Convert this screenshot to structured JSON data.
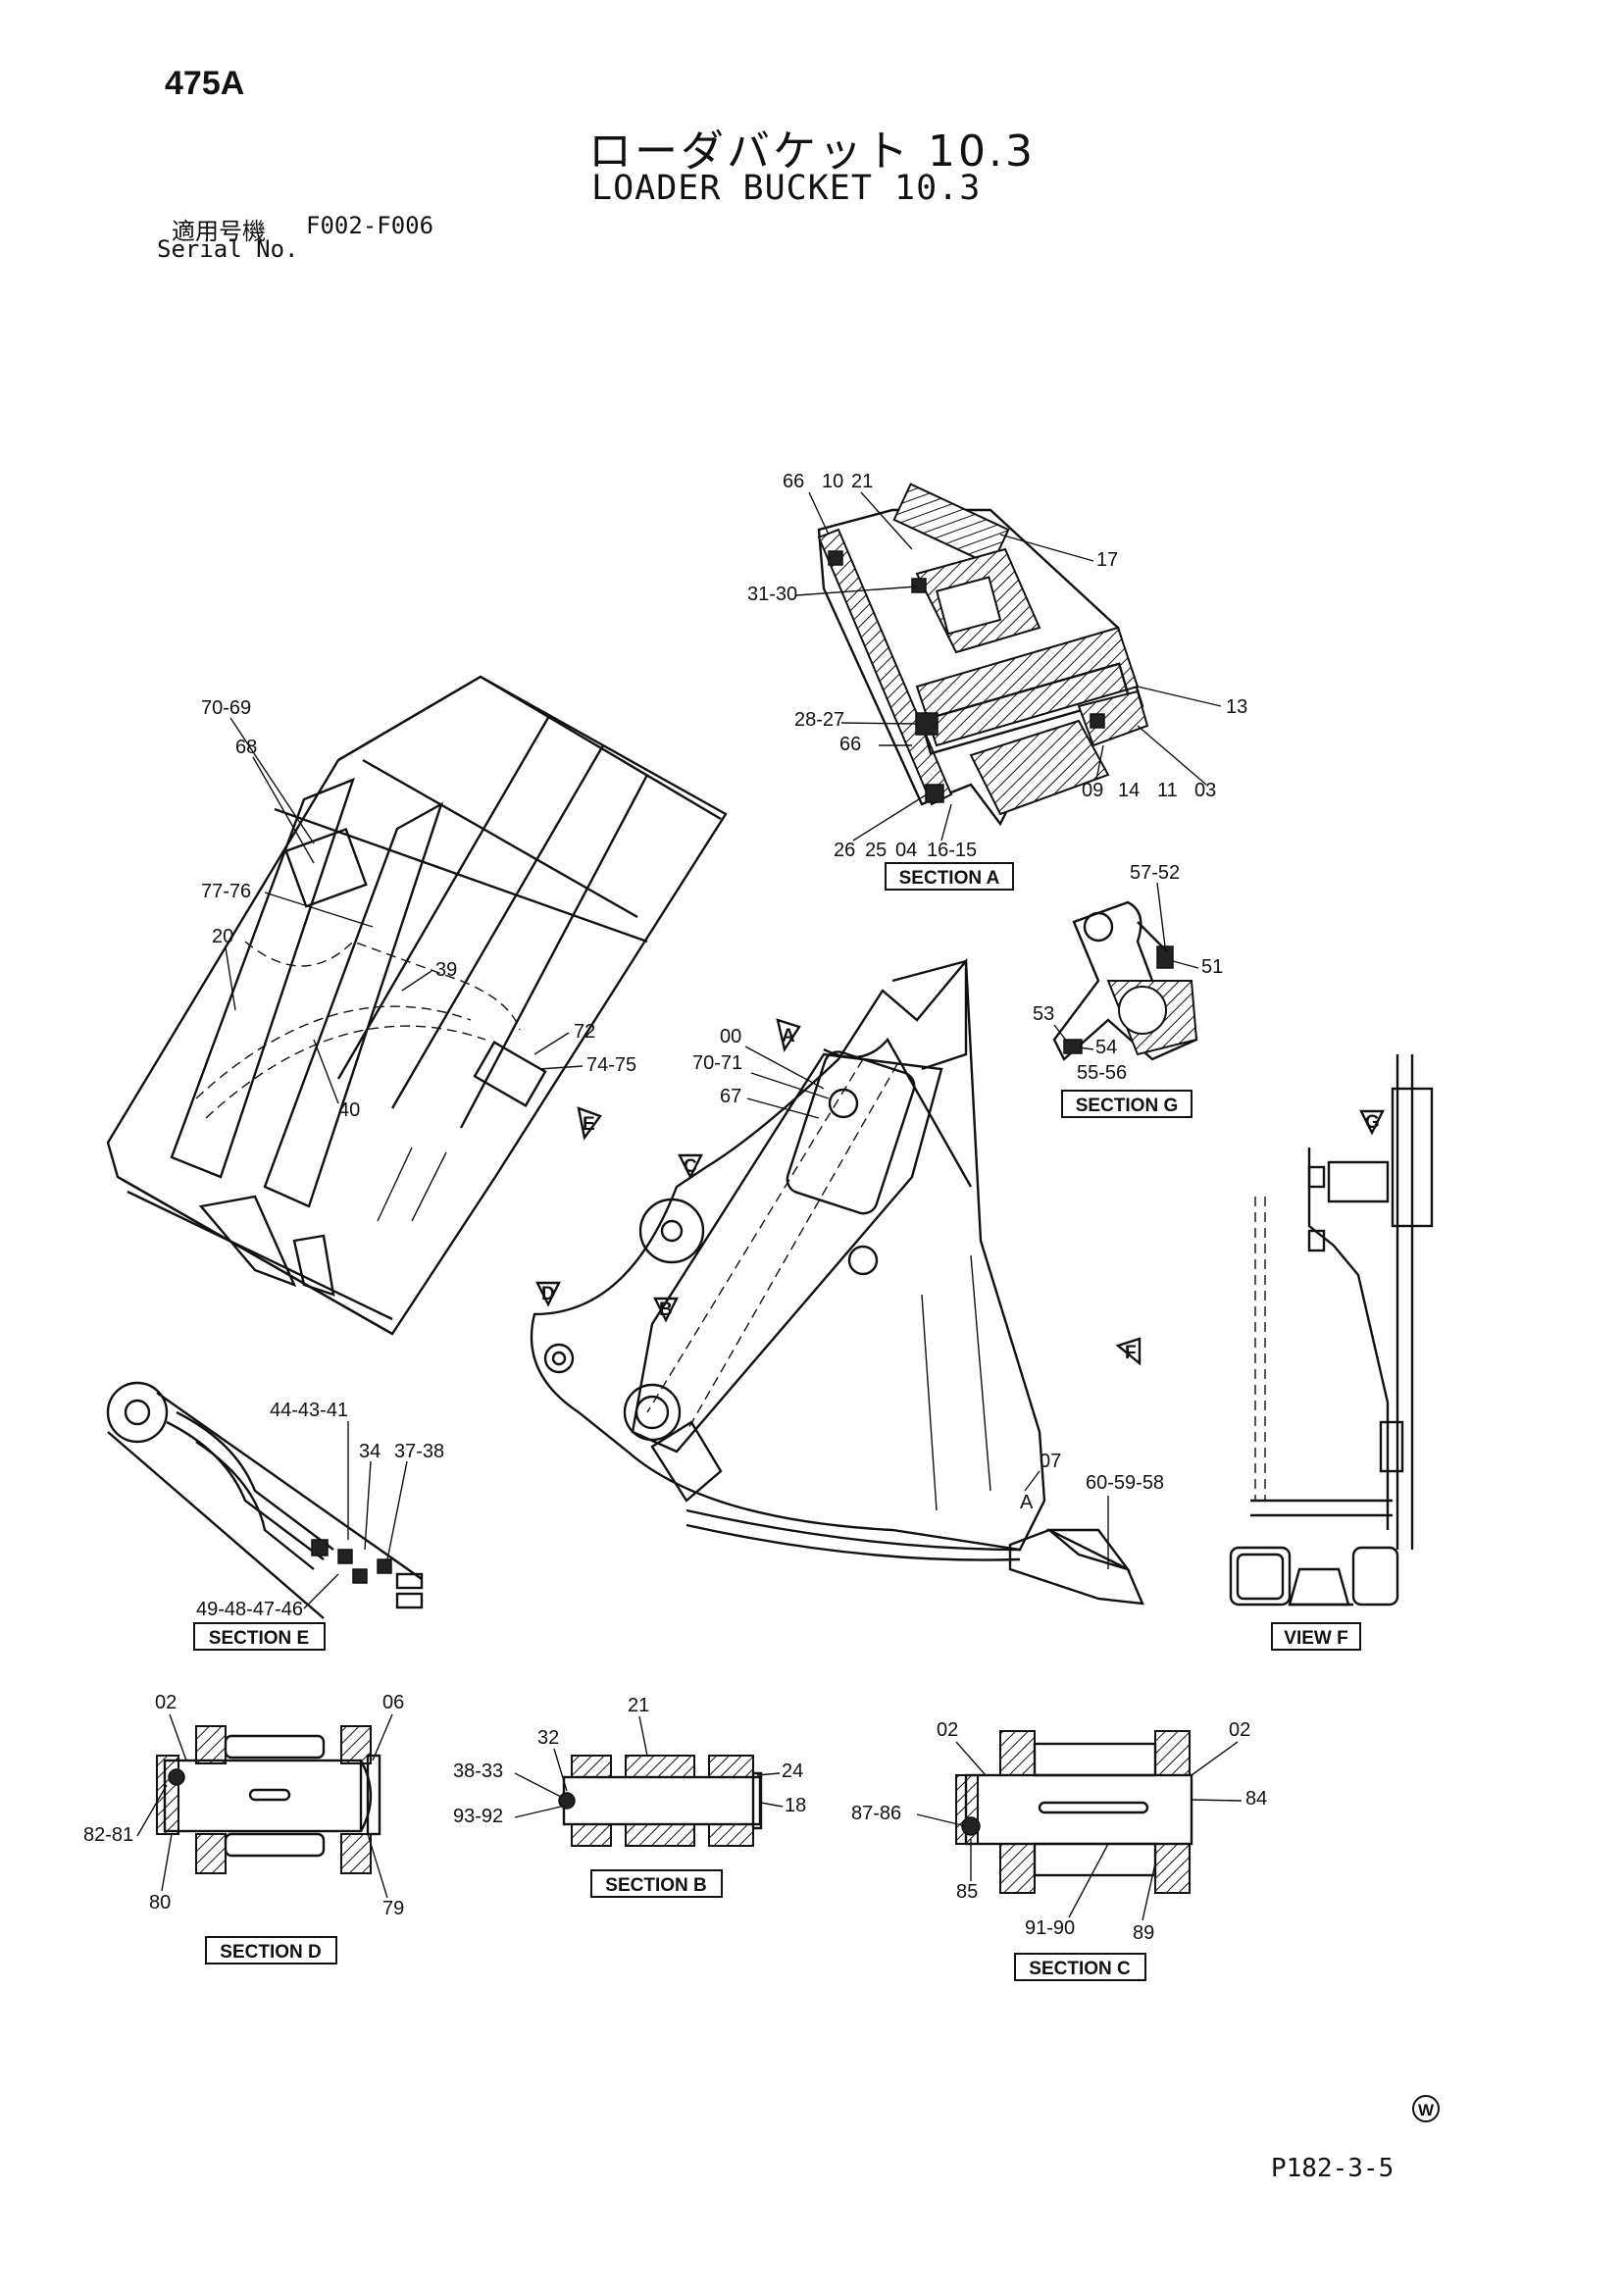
{
  "header": {
    "page_id": "475A",
    "title_jp": "ローダバケット 10.3",
    "title_en": "LOADER BUCKET 10.3",
    "serial_label_jp": "適用号機",
    "serial_range": "F002-F006",
    "serial_label_en": "Serial No."
  },
  "footer": {
    "page_code": "P182-3-5",
    "mark": "W"
  },
  "callouts": {
    "sec_a": [
      "66",
      "10",
      "21",
      "17",
      "31-30",
      "13",
      "28-27",
      "66",
      "09",
      "14",
      "11",
      "03",
      "26",
      "25",
      "04",
      "16-15"
    ],
    "main": [
      "70-69",
      "68",
      "77-76",
      "20",
      "39",
      "72",
      "74-75",
      "40",
      "00",
      "70-71",
      "67",
      "07",
      "60-59-58"
    ],
    "sec_g": [
      "57-52",
      "51",
      "53",
      "54",
      "55-56"
    ],
    "sec_e": [
      "44-43-41",
      "34",
      "37-38",
      "49-48-47-46"
    ],
    "sec_d": [
      "02",
      "06",
      "82-81",
      "80",
      "79"
    ],
    "sec_b": [
      "21",
      "32",
      "38-33",
      "24",
      "93-92",
      "18"
    ],
    "sec_c": [
      "02",
      "02",
      "84",
      "87-86",
      "85",
      "91-90",
      "89"
    ]
  },
  "view_letters": {
    "a": "A",
    "b": "B",
    "c": "C",
    "d": "D",
    "e": "E",
    "f": "F",
    "g": "G",
    "a_tooth": "A"
  },
  "section_labels": {
    "a": "SECTION A",
    "g": "SECTION G",
    "e": "SECTION E",
    "f": "VIEW F",
    "d": "SECTION D",
    "b": "SECTION B",
    "c": "SECTION C"
  }
}
